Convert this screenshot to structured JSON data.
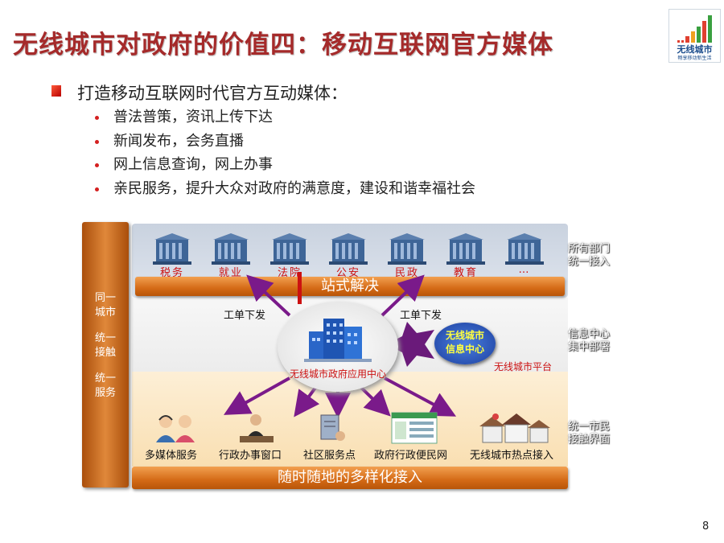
{
  "slide": {
    "title": "无线城市对政府的价值四：移动互联网官方媒体",
    "lead": "打造移动互联网时代官方互动媒体：",
    "bullets": [
      "普法普策，资讯上传下达",
      "新闻发布，会务直播",
      "网上信息查询，网上办事",
      "亲民服务，提升大众对政府的满意度，建设和谐幸福社会"
    ],
    "page_number": "8"
  },
  "logo": {
    "name": "无线城市",
    "slogan": "畅享移动新生活",
    "colors": [
      "#e04030",
      "#f0a020",
      "#3aa040",
      "#1a4c8c"
    ]
  },
  "diagram": {
    "pillar": {
      "line1": "同一",
      "line2": "城市",
      "line3": "统一",
      "line4": "接触",
      "line5": "统一",
      "line6": "服务"
    },
    "departments": [
      "税务",
      "就业",
      "法院",
      "公安",
      "民政",
      "教育",
      "…"
    ],
    "one_stop_band": "站式解决",
    "order_dispatch_left": "工单下发",
    "order_dispatch_right": "工单下发",
    "center_app": "无线城市政府应用中心",
    "info_center": {
      "line1": "无线城市",
      "line2": "信息中心"
    },
    "platform": "无线城市平台",
    "side_labels": {
      "top": {
        "line1": "所有部门",
        "line2": "统一接入"
      },
      "middle": {
        "line1": "信息中心",
        "line2": "集中部署"
      },
      "bottom": {
        "line1": "统一市民",
        "line2": "接触界面"
      }
    },
    "access_points": [
      "多媒体服务",
      "行政办事窗口",
      "社区服务点",
      "政府行政便民网",
      "无线城市热点接入"
    ],
    "bottom_band": "随时随地的多样化接入",
    "colors": {
      "accent_red": "#cc1111",
      "band_orange": "#d46a16",
      "arrow_purple": "#7a1a8a",
      "title_red": "#a52a2a"
    }
  }
}
